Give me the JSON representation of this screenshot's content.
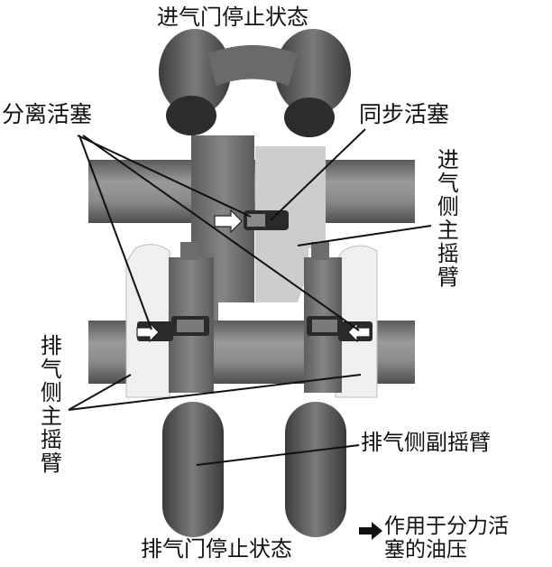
{
  "labels": {
    "intake_stop": "进气门停止状态",
    "separation_piston": "分离活塞",
    "sync_piston": "同步活塞",
    "intake_main_arm": "进气侧主摇臂",
    "exhaust_main_arm": "排气侧主摇臂",
    "exhaust_sub_arm": "排气侧副摇臂",
    "exhaust_stop": "排气门停止状态"
  },
  "legend": {
    "icon": "right-arrow-icon",
    "text": "作用于分力活\n塞的油压"
  },
  "colors": {
    "background": "#ffffff",
    "rocker_dark": "#6e6e6e",
    "shaft": "#7c7c7c",
    "intake_main_arm": "#cfcfcf",
    "exhaust_main_arm": "#f1f1f1",
    "piston": "#2a2a2a",
    "arrow": "#ffffff"
  }
}
